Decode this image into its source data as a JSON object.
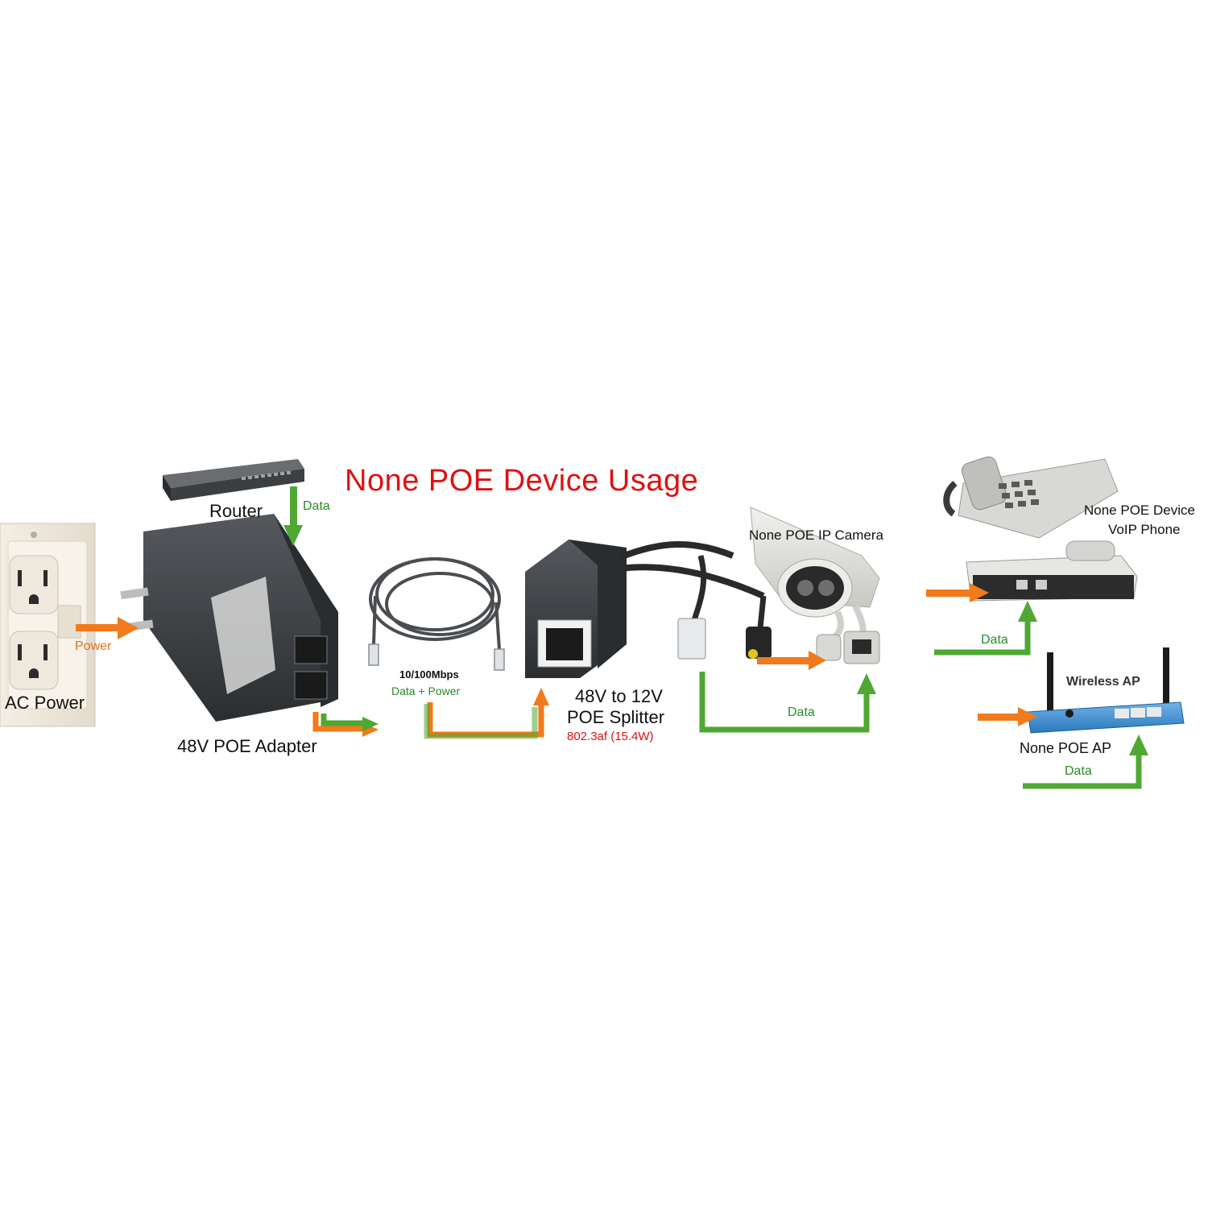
{
  "title": "None POE Device Usage",
  "labels": {
    "ac_power": "AC Power",
    "power": "Power",
    "router": "Router",
    "router_data": "Data",
    "adapter": "48V POE Adapter",
    "cable_speed": "10/100Mbps",
    "cable_data_power": "Data + Power",
    "splitter_line1": "48V to 12V",
    "splitter_line2": "POE Splitter",
    "splitter_spec": "802.3af (15.4W)",
    "camera": "None POE IP Camera",
    "camera_data": "Data",
    "phone_line1": "None POE Device",
    "phone_line2": "VoIP Phone",
    "phone_data": "Data",
    "wireless_ap": "Wireless AP",
    "ap": "None POE AP",
    "ap_data": "Data"
  },
  "colors": {
    "title": "#e01010",
    "power_arrow": "#f07a1c",
    "data_arrow": "#4ea832",
    "device_dark": "#3a3d40",
    "ap_blue": "#3f8fd0"
  },
  "icons": [
    "wall-outlet-icon",
    "router-switch-icon",
    "poe-adapter-icon",
    "ethernet-cable-icon",
    "poe-splitter-icon",
    "ip-camera-icon",
    "voip-phone-icon",
    "wireless-ap-icon"
  ]
}
